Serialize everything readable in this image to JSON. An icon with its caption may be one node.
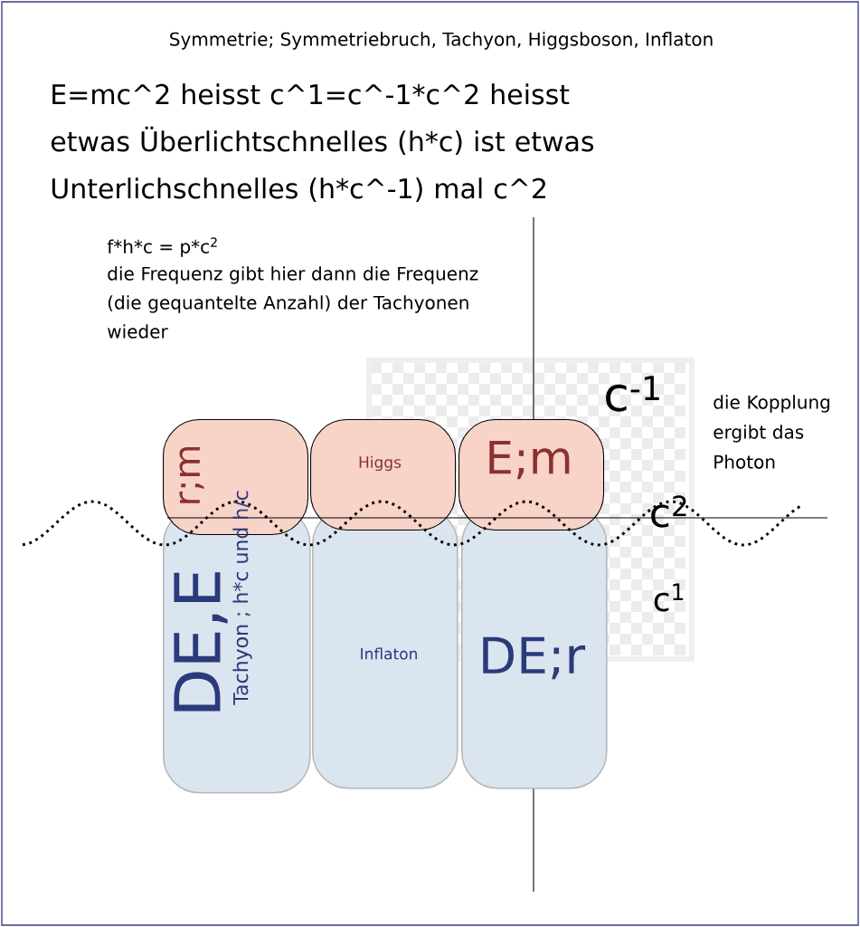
{
  "diagram": {
    "title": "Symmetrie; Symmetriebruch, Tachyon, Higgsboson, Inflaton",
    "nodes": [
      {
        "text": [
          "r;m"
        ]
      },
      {
        "text": [
          "Higgs"
        ]
      },
      {
        "text": [
          "E;m"
        ]
      },
      {
        "text": [
          "DE,E"
        ]
      },
      {
        "text": [
          "Inflaton"
        ]
      },
      {
        "text": [
          "DE;r"
        ]
      }
    ],
    "labels": [
      "E=mc^2 heisst c^1=c^-1*c^2 heisst etwas Überlichtschnelles (h*c) ist etwas Unterlichschnelles (h*c^-1) mal c^2",
      "f*h*c = p*c$^{2}$",
      "die Frequenz gibt hier dann die Frequenz (die gequantelte Anzahl) der Tachyonen wieder",
      "c$^{-1}$",
      "die Kopplung ergibt das Photon",
      "c$^{2}$",
      "c$^{1}$",
      "Tachyon ; h*c und h/c"
    ]
  }
}
